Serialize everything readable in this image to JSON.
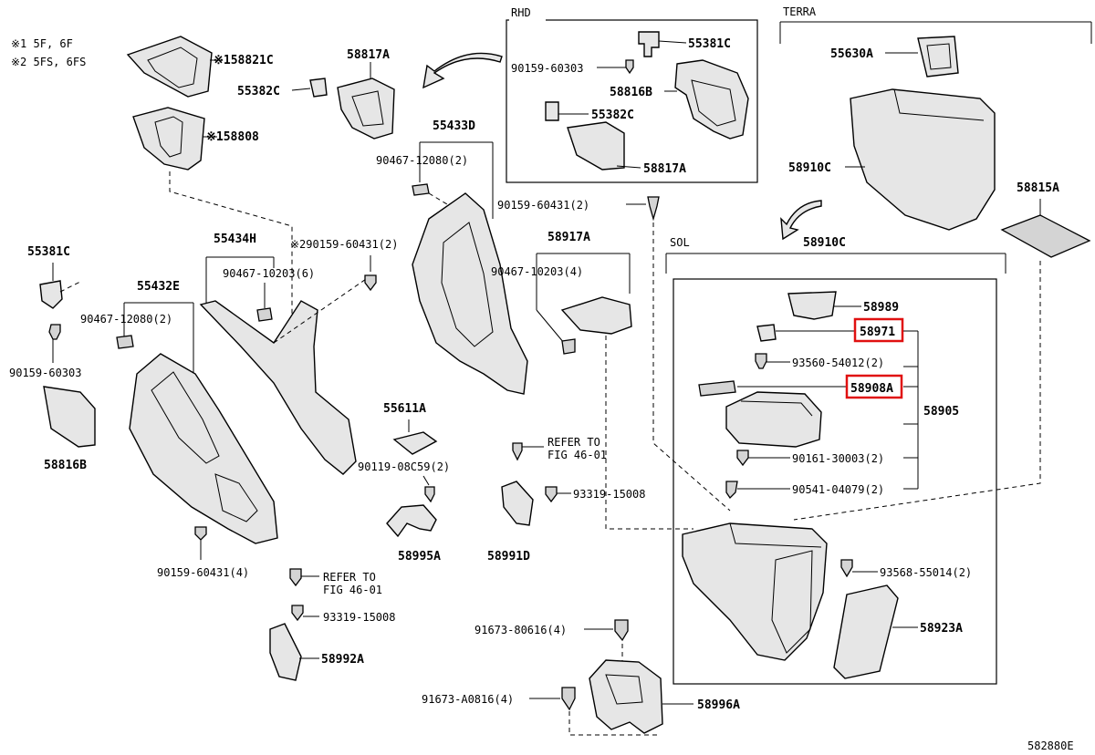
{
  "diagram_id": "582880E",
  "notes": [
    "※1 5F, 6F",
    "※2 5FS, 6FS"
  ],
  "sections": {
    "rhd": "RHD",
    "terra": "TERRA",
    "sol": "SOL"
  },
  "parts": {
    "p158821C": "※158821C",
    "p58817A": "58817A",
    "p55382C": "55382C",
    "p158808": "※158808",
    "p55433D": "55433D",
    "p90467_12080_2a": "90467-12080(2)",
    "rhd_55381C": "55381C",
    "rhd_90159_60303": "90159-60303",
    "rhd_58816B": "58816B",
    "rhd_55382C": "55382C",
    "rhd_58817A": "58817A",
    "p55630A": "55630A",
    "p58910C_terra": "58910C",
    "p58815A": "58815A",
    "p90159_60431_2": "90159-60431(2)",
    "p58917A": "58917A",
    "p90467_10203_4": "90467-10203(4)",
    "p58910C_sol": "58910C",
    "p58989": "58989",
    "p58971": "58971",
    "p93560_54012": "93560-54012(2)",
    "p58908A": "58908A",
    "p58905": "58905",
    "p90161_30003": "90161-30003(2)",
    "p90541_04079": "90541-04079(2)",
    "p93568_55014": "93568-55014(2)",
    "p58923A": "58923A",
    "p55381C_left": "55381C",
    "p90159_60303_left": "90159-60303",
    "p58816B": "58816B",
    "p55432E": "55432E",
    "p90467_12080_2b": "90467-12080(2)",
    "p55434H": "55434H",
    "p90467_10203_6": "90467-10203(6)",
    "p2_90159_60431": "※290159-60431(2)",
    "p90159_60431_4": "90159-60431(4)",
    "p55611A": "55611A",
    "p90119_08C59": "90119-08C59(2)",
    "p58995A": "58995A",
    "refer1_a": "REFER TO",
    "refer1_b": "FIG 46-01",
    "p93319_15008_a": "93319-15008",
    "p58991D": "58991D",
    "refer2_a": "REFER TO",
    "refer2_b": "FIG 46-01",
    "p93319_15008_b": "93319-15008",
    "p58992A": "58992A",
    "p91673_80616": "91673-80616(4)",
    "p91673_A0816": "91673-A0816(4)",
    "p58996A": "58996A"
  },
  "highlight_color": "#e01010"
}
